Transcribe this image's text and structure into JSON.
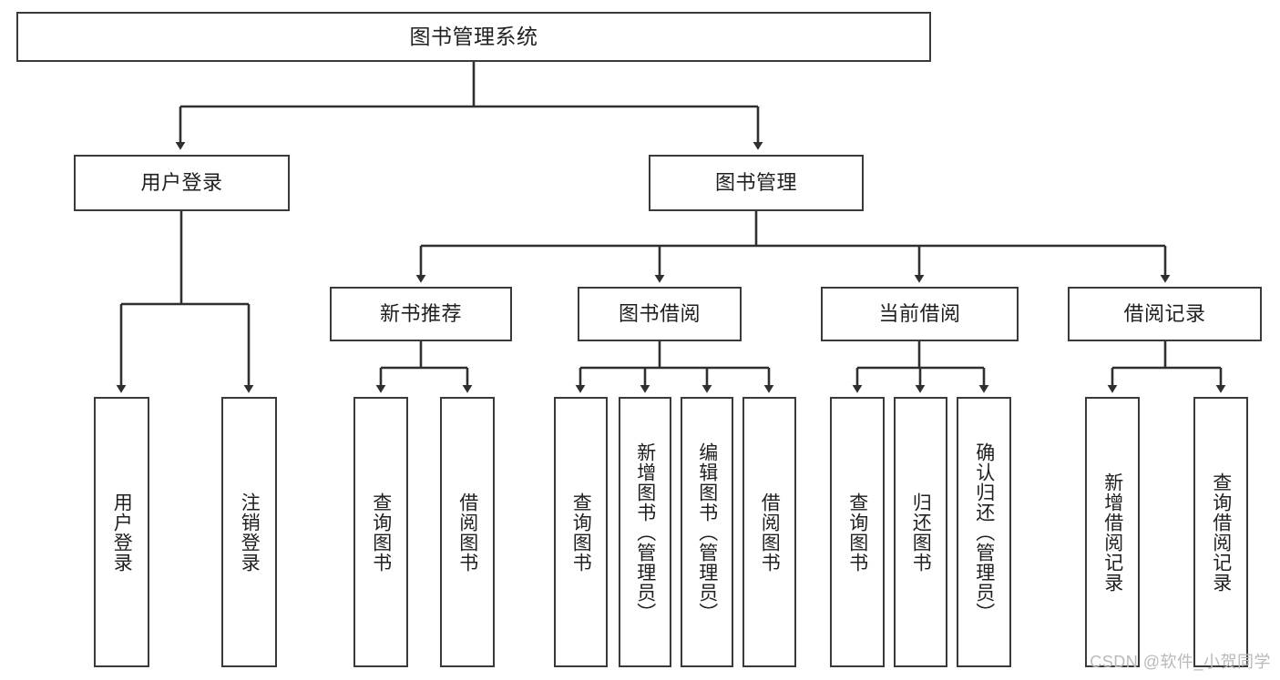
{
  "diagram": {
    "title": "图书管理系统",
    "type": "tree-hierarchy",
    "colors": {
      "box_border": "#3a3a3a",
      "box_fill": "#ffffff",
      "edge": "#2f2f2f",
      "text": "#1f1f1f",
      "watermark": "#b9b9b9",
      "background": "#ffffff"
    },
    "root": {
      "label": "图书管理系统"
    },
    "level2": [
      {
        "label": "用户登录"
      },
      {
        "label": "图书管理"
      }
    ],
    "level3": [
      {
        "label": "新书推荐"
      },
      {
        "label": "图书借阅"
      },
      {
        "label": "当前借阅"
      },
      {
        "label": "借阅记录"
      }
    ],
    "leaves": {
      "user_login": [
        {
          "label": "用户登录"
        },
        {
          "label": "注销登录"
        }
      ],
      "new_book_recommend": [
        {
          "label": "查询图书"
        },
        {
          "label": "借阅图书"
        }
      ],
      "book_borrow": [
        {
          "label": "查询图书"
        },
        {
          "label": "新增图书（管理员）"
        },
        {
          "label": "编辑图书（管理员）"
        },
        {
          "label": "借阅图书"
        }
      ],
      "current_borrow": [
        {
          "label": "查询图书"
        },
        {
          "label": "归还图书"
        },
        {
          "label": "确认归还（管理员）"
        }
      ],
      "borrow_record": [
        {
          "label": "新增借阅记录"
        },
        {
          "label": "查询借阅记录"
        }
      ]
    },
    "watermark": "CSDN @软件_小贺同学"
  }
}
